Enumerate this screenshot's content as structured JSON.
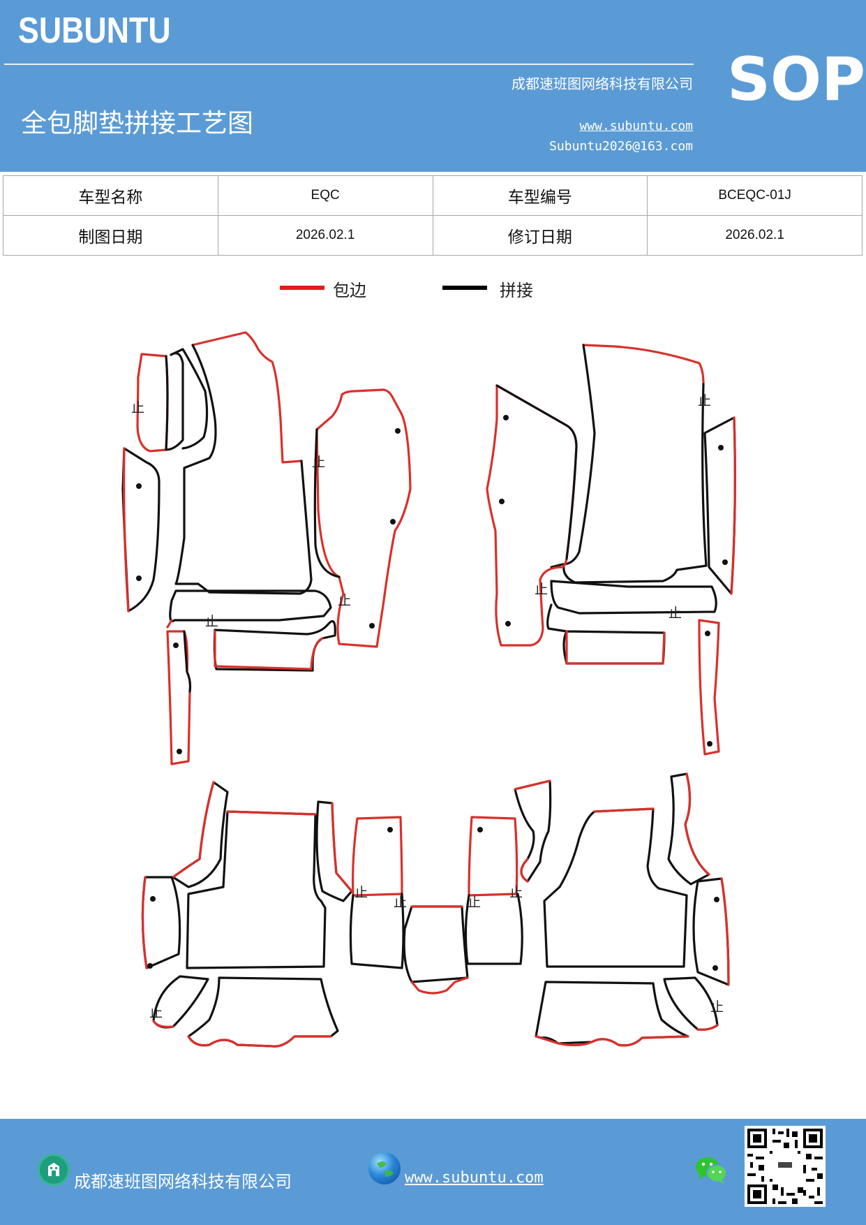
{
  "header": {
    "brand": "SUBUNTU",
    "company": "成都速班图网络科技有限公司",
    "title": "全包脚垫拼接工艺图",
    "website": "www.subuntu.com",
    "email": "Subuntu2026@163.com",
    "badge": "SOP"
  },
  "info_table": {
    "row1": {
      "label1": "车型名称",
      "value1": "EQC",
      "label2": "车型编号",
      "value2": "BCEQC-01J"
    },
    "row2": {
      "label1": "制图日期",
      "value1": "2026.02.1",
      "label2": "修订日期",
      "value2": "2026.02.1"
    }
  },
  "legend": {
    "items": [
      {
        "label": "包边",
        "color": "#e8191a"
      },
      {
        "label": "拼接",
        "color": "#000000"
      }
    ]
  },
  "diagram": {
    "stop_mark": "止",
    "colors": {
      "binding": "#d9302b",
      "seam": "#111111"
    }
  },
  "footer": {
    "company": "成都速班图网络科技有限公司",
    "website": "www.subuntu.com",
    "icons": [
      "building-icon",
      "globe-icon",
      "wechat-icon",
      "qr-code"
    ]
  }
}
